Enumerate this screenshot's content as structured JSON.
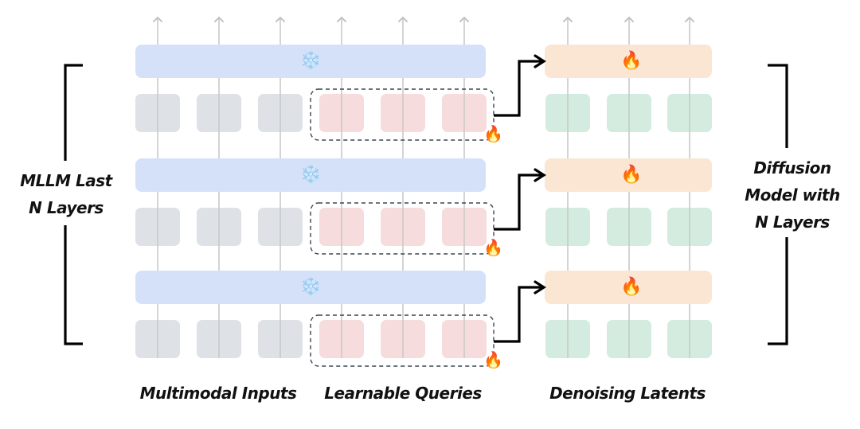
{
  "labels": {
    "left_bracket": [
      "MLLM Last",
      "N Layers"
    ],
    "right_bracket": [
      "Diffusion",
      "Model with",
      "N Layers"
    ],
    "bottom": {
      "multimodal": "Multimodal Inputs",
      "queries": "Learnable Queries",
      "latents": "Denoising Latents"
    }
  },
  "icons": {
    "frozen": "❄️",
    "trainable": "🔥"
  },
  "structure": {
    "layers": 3,
    "mllm_tokens": {
      "multimodal_inputs": 3,
      "learnable_queries": 3
    },
    "diffusion_tokens": 3,
    "mllm_layer_state": "frozen",
    "query_state": "trainable",
    "diffusion_layer_state": "trainable"
  },
  "colors": {
    "mllm_layer": "#d5e1f8",
    "input_token": "#dcdfe4",
    "query_token": "#f5dada",
    "diffusion_layer": "#fbe6d3",
    "latent_token": "#d3ecdf",
    "line": "#c2c2c2",
    "arrow": "#000000",
    "dash": "#3a4550"
  }
}
